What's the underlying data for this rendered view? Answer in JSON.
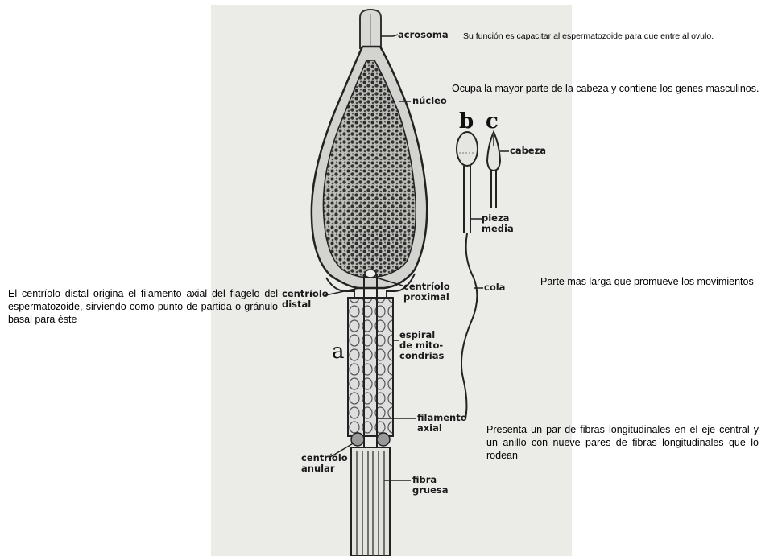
{
  "diagram": {
    "letters": {
      "a": "a",
      "b": "b",
      "c": "c"
    },
    "labels": {
      "acrosoma": "acrosoma",
      "nucleo": "núcleo",
      "cabeza": "cabeza",
      "pieza_media": "pieza\nmedia",
      "cola": "cola",
      "centriolo_distal": "centríolo\ndistal",
      "centriolo_proximal": "centríolo\nproximal",
      "espiral": "espiral\nde mito-\ncondrias",
      "filamento_axial": "filamento\naxial",
      "centriolo_anular": "centríolo\nanular",
      "fibra_gruesa": "fibra\ngruesa"
    }
  },
  "annotations": {
    "acrosoma": "Su función es capacitar al espermatozoide para que entre al ovulo.",
    "cabeza": "Ocupa la mayor parte de la cabeza y contiene los genes masculinos.",
    "cola": "Parte mas larga que promueve los movimientos",
    "centriolo": "El centríolo distal origina el filamento axial del flagelo del espermatozoide, sirviendo como punto de partida o gránulo basal para éste",
    "flagelo": "Presenta un par de fibras longitudinales en el eje central y un anillo con nueve pares de fibras longitudinales que lo rodean"
  }
}
